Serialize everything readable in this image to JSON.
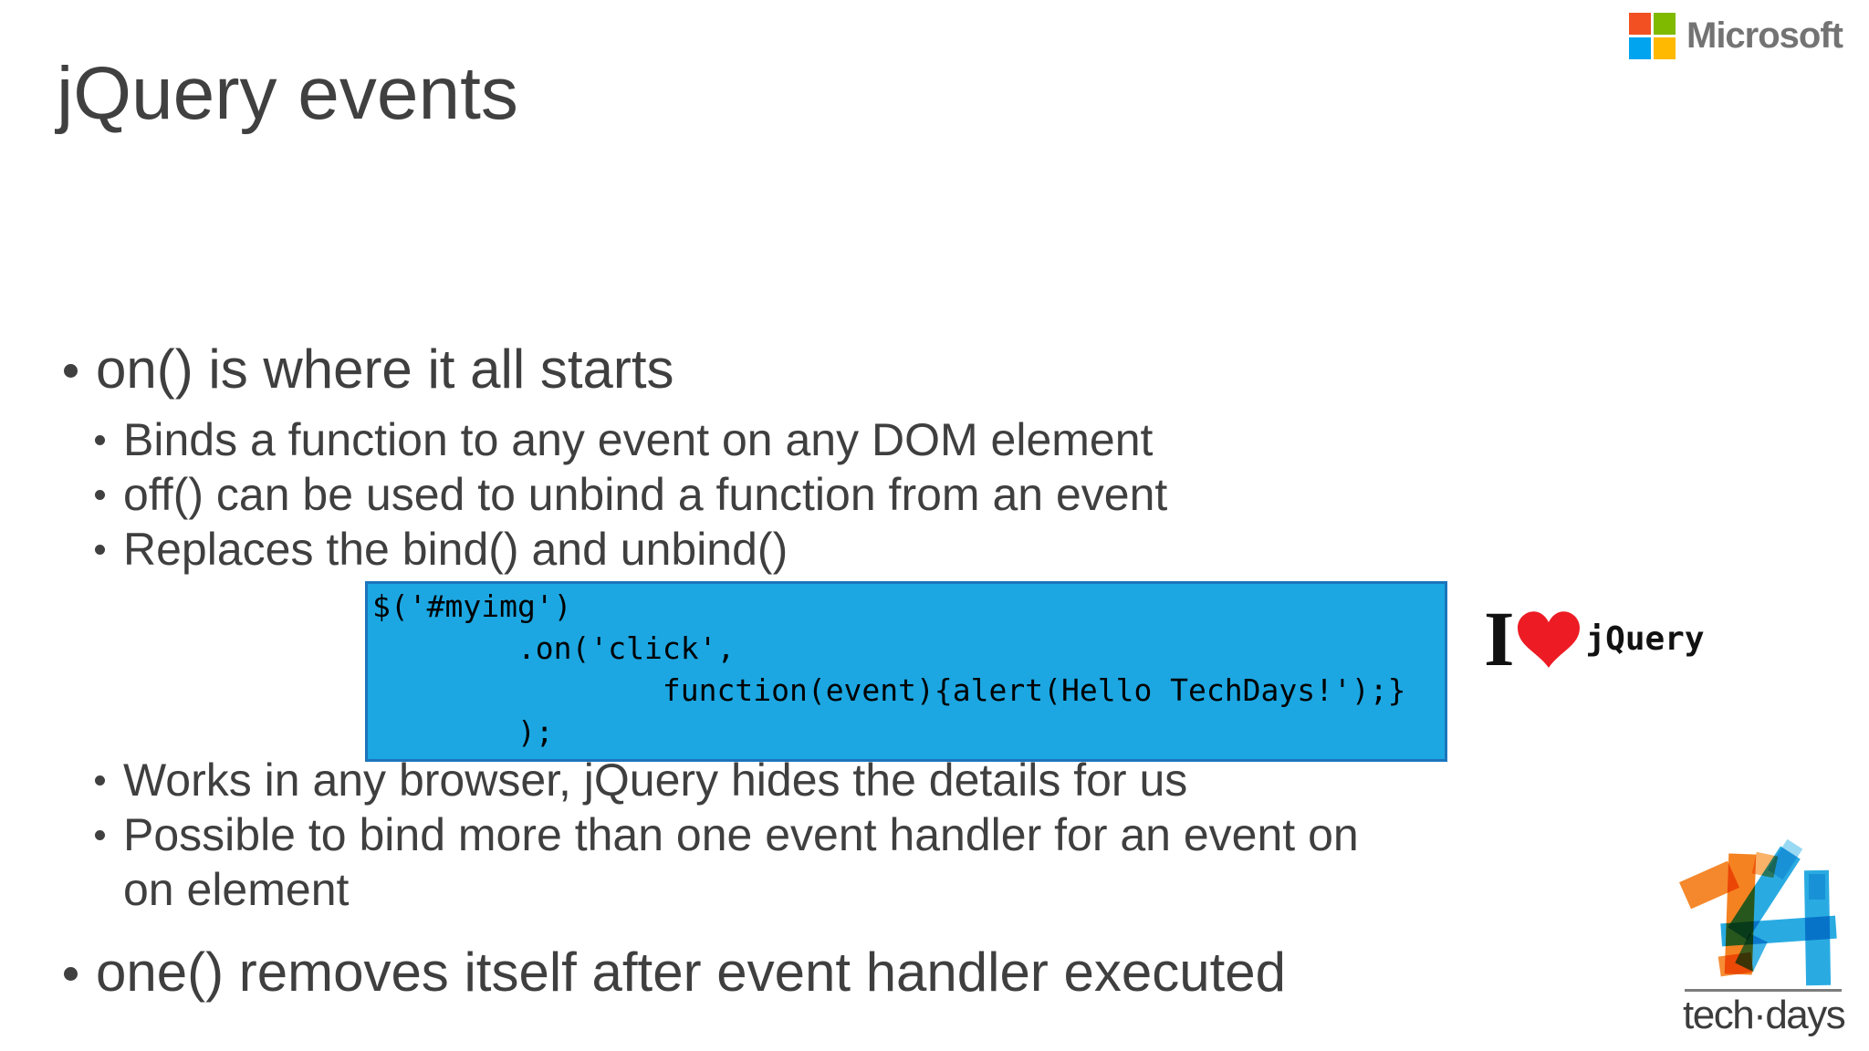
{
  "slide": {
    "title": "jQuery events",
    "background": "#ffffff",
    "text_color": "#404040"
  },
  "microsoft_logo": {
    "label": "Microsoft",
    "text_color": "#737373",
    "colors": {
      "top_left": "#F25022",
      "top_right": "#7FBA00",
      "bottom_left": "#00A4EF",
      "bottom_right": "#FFB900"
    }
  },
  "bullets": [
    {
      "level": 1,
      "text": "on() is where it all starts"
    },
    {
      "level": 2,
      "text": "Binds a function to any event on any DOM element"
    },
    {
      "level": 2,
      "text": "off() can be used to unbind a function from an event"
    },
    {
      "level": 2,
      "text": "Replaces the bind() and unbind()"
    },
    {
      "level": 2,
      "text": "Works in any browser, jQuery hides the details for us"
    },
    {
      "level": 2,
      "text": "Possible to bind more than one event handler for an event on\non element"
    },
    {
      "level": 1,
      "text": "one() removes itself after event handler executed"
    }
  ],
  "code_box": {
    "background": "#1ca7e2",
    "border": "#1b75bc",
    "text_color": "#000000",
    "lines": [
      "$('#myimg')",
      "        .on('click',",
      "                function(event){alert(Hello TechDays!');}",
      "        );"
    ]
  },
  "love_jquery": {
    "letter": "I",
    "heart_color": "#ED1C24",
    "label": "jQuery"
  },
  "techdays_logo": {
    "number": "14",
    "label": "tech·days",
    "orange": "#F58220",
    "orange_light": "#F9A34D",
    "blue": "#29ABE2",
    "blue_light": "#7FD0F0",
    "line_color": "#7d7d7d",
    "text_color": "#3c3c3c"
  }
}
